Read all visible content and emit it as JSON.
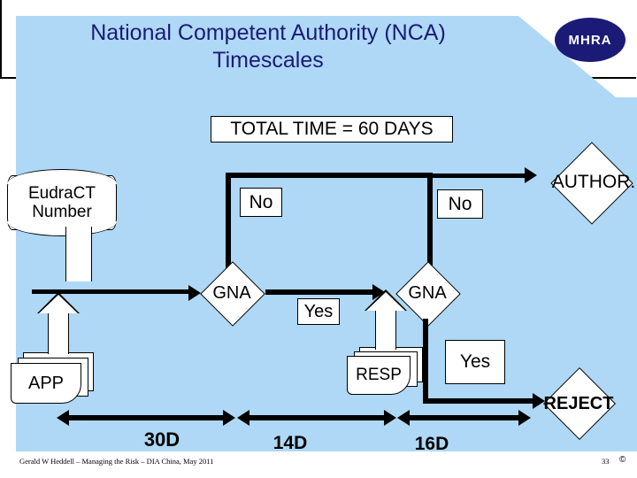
{
  "header": {
    "title_line1": "National Competent Authority (NCA)",
    "title_line2": "Timescales",
    "logo_text": "MHRA",
    "title_color": "#1b1b77",
    "banner_color": "#aed8f5"
  },
  "diagram": {
    "total_time_banner": "TOTAL TIME = 60 DAYS",
    "nodes": {
      "eudract": "EudraCT\nNumber",
      "eudract_line1": "EudraCT",
      "eudract_line2": "Number",
      "gna_left": "GNA",
      "gna_right": "GNA",
      "author": "AUTHOR.",
      "reject": "REJECT",
      "app": "APP",
      "resp": "RESP"
    },
    "edge_labels": {
      "no_left": "No",
      "no_right": "No",
      "yes_middle": "Yes",
      "yes_right": "Yes"
    },
    "timeline": {
      "seg1": "30D",
      "seg2": "14D",
      "seg3": "16D"
    }
  },
  "footer": {
    "credit": "Gerald W Heddell –  Managing the Risk – DIA China, May 2011",
    "page_number": "33",
    "copyright_glyph": "©"
  }
}
